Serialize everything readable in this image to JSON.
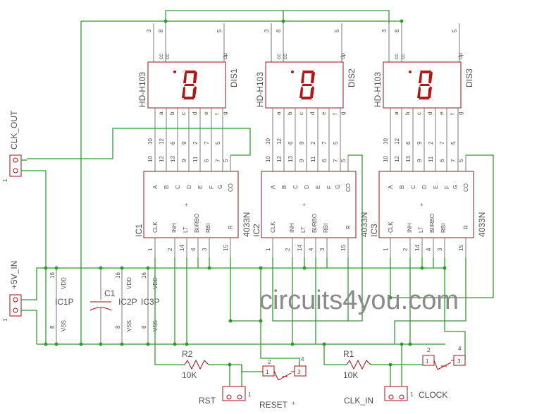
{
  "displays": [
    {
      "name": "DIS1",
      "part": "HD-H103",
      "top_pins": [
        "3",
        "8",
        "5"
      ],
      "top_labels": [
        "cc",
        "cc",
        "dp"
      ],
      "bottom_labels": [
        "a",
        "b",
        "c",
        "d",
        "e",
        "f",
        "g"
      ],
      "bottom_pins": [
        "10",
        "12",
        "6",
        "9",
        "2",
        "7",
        "5"
      ],
      "digit": "8"
    },
    {
      "name": "DIS2",
      "part": "HD-H103",
      "top_pins": [
        "3",
        "8",
        "5"
      ],
      "top_labels": [
        "cc",
        "cc",
        "dp"
      ],
      "bottom_labels": [
        "a",
        "b",
        "c",
        "d",
        "e",
        "f",
        "g"
      ],
      "bottom_pins": [
        "10",
        "12",
        "6",
        "9",
        "2",
        "7",
        "5"
      ],
      "digit": "8"
    },
    {
      "name": "DIS3",
      "part": "HD-H103",
      "top_pins": [
        "3",
        "8",
        "5"
      ],
      "top_labels": [
        "cc",
        "cc",
        "dp"
      ],
      "bottom_labels": [
        "a",
        "b",
        "c",
        "d",
        "e",
        "f",
        "g"
      ],
      "bottom_pins": [
        "10",
        "12",
        "6",
        "9",
        "2",
        "7",
        "5"
      ],
      "digit": "8"
    }
  ],
  "counters": [
    {
      "name": "IC1",
      "part": "4033N",
      "out_pins": [
        "10",
        "12",
        "13",
        "9",
        "11",
        "6",
        "7",
        "5"
      ],
      "out_labels": [
        "A",
        "B",
        "C",
        "D",
        "E",
        "F",
        "G",
        "CO"
      ],
      "in_labels": [
        "CLK",
        "INH",
        "LT",
        "BI/RBO",
        "RBI",
        "R"
      ],
      "in_pins": [
        "1",
        "2",
        "14",
        "4",
        "3",
        "15"
      ]
    },
    {
      "name": "IC2",
      "part": "4033N",
      "out_pins": [
        "10",
        "12",
        "13",
        "9",
        "11",
        "6",
        "7",
        "5"
      ],
      "out_labels": [
        "A",
        "B",
        "C",
        "D",
        "E",
        "F",
        "G",
        "CO"
      ],
      "in_labels": [
        "CLK",
        "INH",
        "LT",
        "BI/RBO",
        "RBI",
        "R"
      ],
      "in_pins": [
        "1",
        "2",
        "14",
        "4",
        "3",
        "15"
      ]
    },
    {
      "name": "IC3",
      "part": "4033N",
      "out_pins": [
        "10",
        "12",
        "13",
        "9",
        "11",
        "6",
        "7",
        "5"
      ],
      "out_labels": [
        "A",
        "B",
        "C",
        "D",
        "E",
        "F",
        "G",
        "CO"
      ],
      "in_labels": [
        "CLK",
        "INH",
        "LT",
        "BI/RBO",
        "RBI",
        "R"
      ],
      "in_pins": [
        "1",
        "2",
        "14",
        "4",
        "3",
        "15"
      ]
    }
  ],
  "power_pins": {
    "vdd": "VDD",
    "vss": "VSS",
    "vdd_pin": "16",
    "vss_pin": "8",
    "labels": [
      "IC1P",
      "IC2P",
      "IC3P"
    ]
  },
  "capacitor": "C1",
  "connectors": {
    "clk_out": {
      "label": "CLK_OUT",
      "pin": "1"
    },
    "power_in": {
      "label": "+5V_IN",
      "pin": "1"
    },
    "rst": {
      "label": "RST",
      "pin": "1"
    },
    "clk_in": {
      "label": "CLK_IN",
      "pin": "1"
    }
  },
  "resistors": [
    {
      "name": "R2",
      "value": "10K"
    },
    {
      "name": "R1",
      "value": "10K"
    }
  ],
  "switches": [
    {
      "name": "RESET",
      "pins": [
        "1",
        "2",
        "3",
        "4"
      ]
    },
    {
      "name": "CLOCK",
      "pins": [
        "1",
        "2",
        "3",
        "4"
      ]
    }
  ],
  "watermark": "circuits4you.com",
  "colors": {
    "wire": "#2f9a2f",
    "part": "#a01010",
    "segment": "#b01818",
    "label": "#505050"
  }
}
